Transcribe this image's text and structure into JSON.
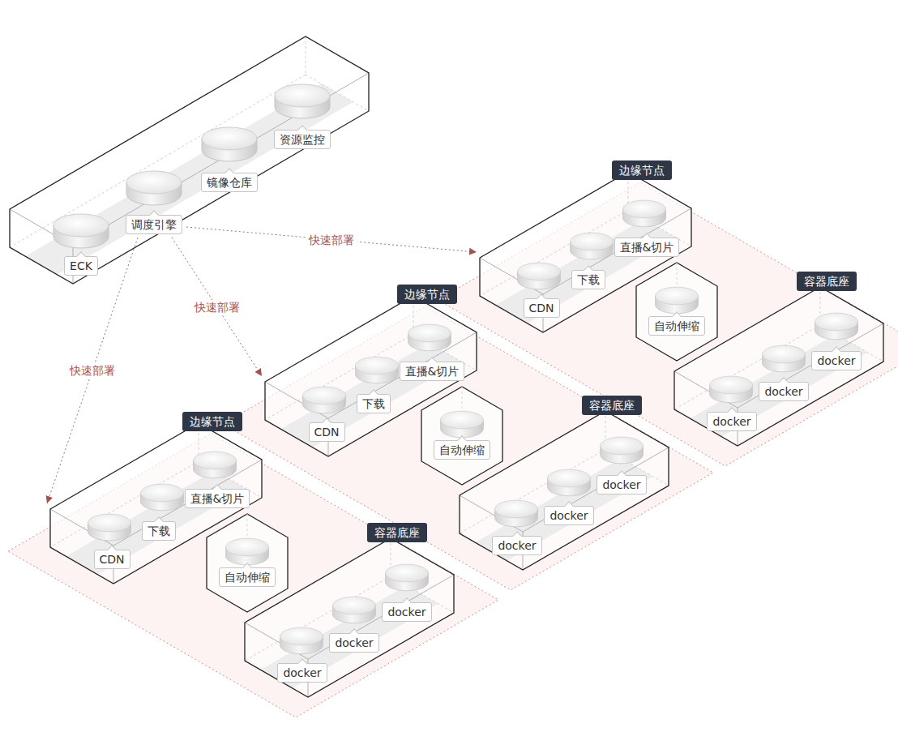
{
  "diagram": {
    "nodes": [
      {
        "text": [
          "ECK"
        ]
      },
      {
        "text": [
          "调度引擎"
        ]
      },
      {
        "text": [
          "镜像仓库"
        ]
      },
      {
        "text": [
          "资源监控"
        ]
      },
      {
        "text": [
          "边缘节点"
        ]
      },
      {
        "text": [
          "CDN"
        ],
        "in": 4
      },
      {
        "text": [
          "下载"
        ],
        "in": 4
      },
      {
        "text": [
          "直播&切片"
        ],
        "in": 4
      },
      {
        "text": [
          "自动伸缩"
        ]
      },
      {
        "text": [
          "容器底座"
        ]
      },
      {
        "text": [
          "docker"
        ],
        "in": 9
      },
      {
        "text": [
          "docker"
        ],
        "in": 9
      },
      {
        "text": [
          "docker"
        ],
        "in": 9
      },
      {
        "text": [
          "边缘节点"
        ]
      },
      {
        "text": [
          "CDN"
        ],
        "in": 13
      },
      {
        "text": [
          "下载"
        ],
        "in": 13
      },
      {
        "text": [
          "直播&切片"
        ],
        "in": 13
      },
      {
        "text": [
          "自动伸缩"
        ]
      },
      {
        "text": [
          "容器底座"
        ]
      },
      {
        "text": [
          "docker"
        ],
        "in": 18
      },
      {
        "text": [
          "docker"
        ],
        "in": 18
      },
      {
        "text": [
          "docker"
        ],
        "in": 18
      },
      {
        "text": [
          "边缘节点"
        ]
      },
      {
        "text": [
          "CDN"
        ],
        "in": 22
      },
      {
        "text": [
          "下载"
        ],
        "in": 22
      },
      {
        "text": [
          "直播&切片"
        ],
        "in": 22
      },
      {
        "text": [
          "自动伸缩"
        ]
      },
      {
        "text": [
          "容器底座"
        ]
      },
      {
        "text": [
          "docker"
        ],
        "in": 27
      },
      {
        "text": [
          "docker"
        ],
        "in": 27
      },
      {
        "text": [
          "docker"
        ],
        "in": 27
      }
    ],
    "edges": [
      {
        "from": 1,
        "to": 4,
        "label": "快速部署",
        "arrow": "to"
      },
      {
        "from": 1,
        "to": 13,
        "label": "快速部署",
        "arrow": "to"
      },
      {
        "from": 1,
        "to": 22,
        "label": "快速部署",
        "arrow": "to"
      }
    ]
  }
}
